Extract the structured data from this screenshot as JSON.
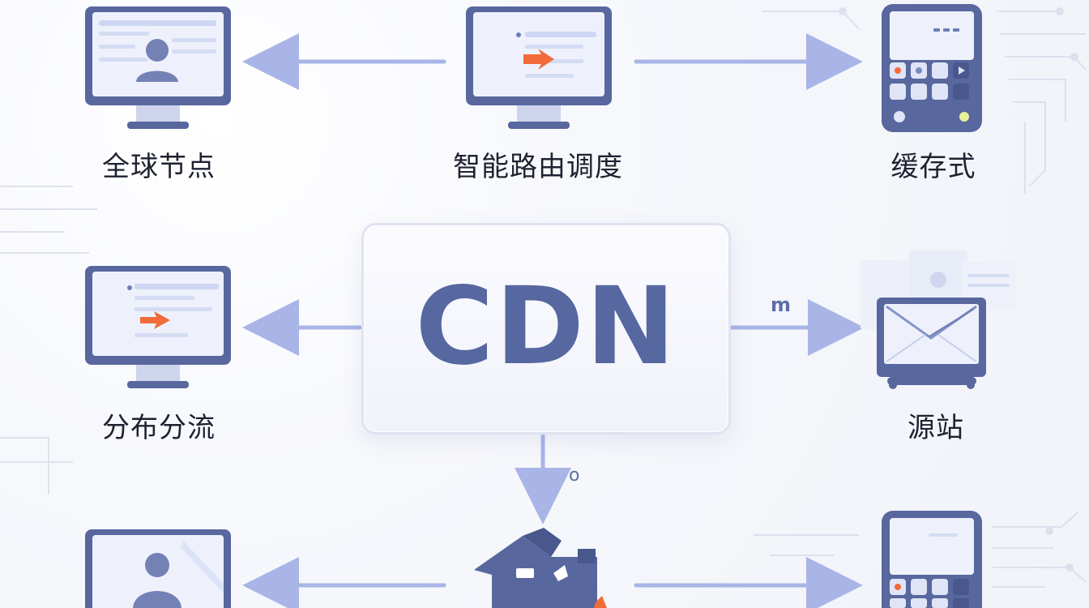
{
  "center": {
    "title": "CDN"
  },
  "nodes": {
    "global_nodes": {
      "label": "全球节点",
      "icon": "monitor-user-icon"
    },
    "smart_routing": {
      "label": "智能路由调度",
      "icon": "monitor-arrow-icon"
    },
    "cache": {
      "label": "缓存式",
      "icon": "phone-app-grid-icon"
    },
    "distribution": {
      "label": "分布分流",
      "icon": "monitor-arrow-icon"
    },
    "origin": {
      "label": "源站",
      "icon": "mail-monitor-icon"
    },
    "bottom_left": {
      "icon": "monitor-user-icon"
    },
    "bottom_center": {
      "icon": "house-icon"
    },
    "bottom_right": {
      "icon": "phone-app-grid-icon"
    }
  },
  "annotations": {
    "right_arrow_glyph": "m",
    "down_arrow_glyph": "o"
  },
  "colors": {
    "primary": "#5a6aa3",
    "primary_light": "#dfe5f7",
    "arrow": "#a8b5e6",
    "accent": "#f26b3a",
    "text": "#1f2230",
    "background": "#f5f6fb"
  }
}
